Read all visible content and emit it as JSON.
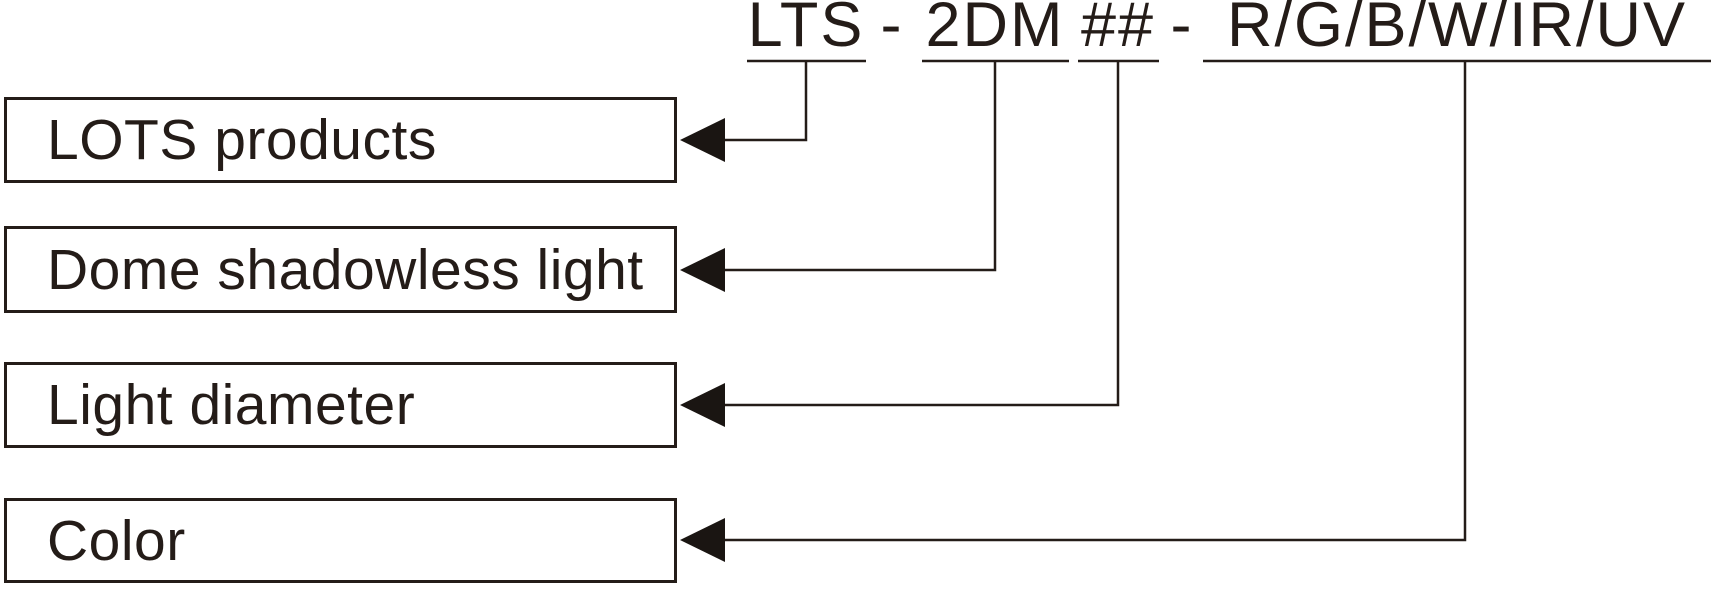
{
  "code": {
    "full": "LTS - 2DM ## - R/G/B/W/IR/UV",
    "segments": [
      {
        "text": "LTS",
        "underlined": true
      },
      {
        "text": "-",
        "underlined": false
      },
      {
        "text": "2DM",
        "underlined": true
      },
      {
        "text": "##",
        "underlined": true
      },
      {
        "text": "-",
        "underlined": false
      },
      {
        "text": "R/G/B/W/IR/UV",
        "underlined": true
      }
    ]
  },
  "labels": [
    {
      "text": "LOTS products",
      "maps_to": "LTS"
    },
    {
      "text": "Dome shadowless light",
      "maps_to": "2DM"
    },
    {
      "text": "Light diameter",
      "maps_to": "##"
    },
    {
      "text": "Color",
      "maps_to": "R/G/B/W/IR/UV"
    }
  ],
  "colors": {
    "ink": "#241c18",
    "background": "#ffffff"
  }
}
